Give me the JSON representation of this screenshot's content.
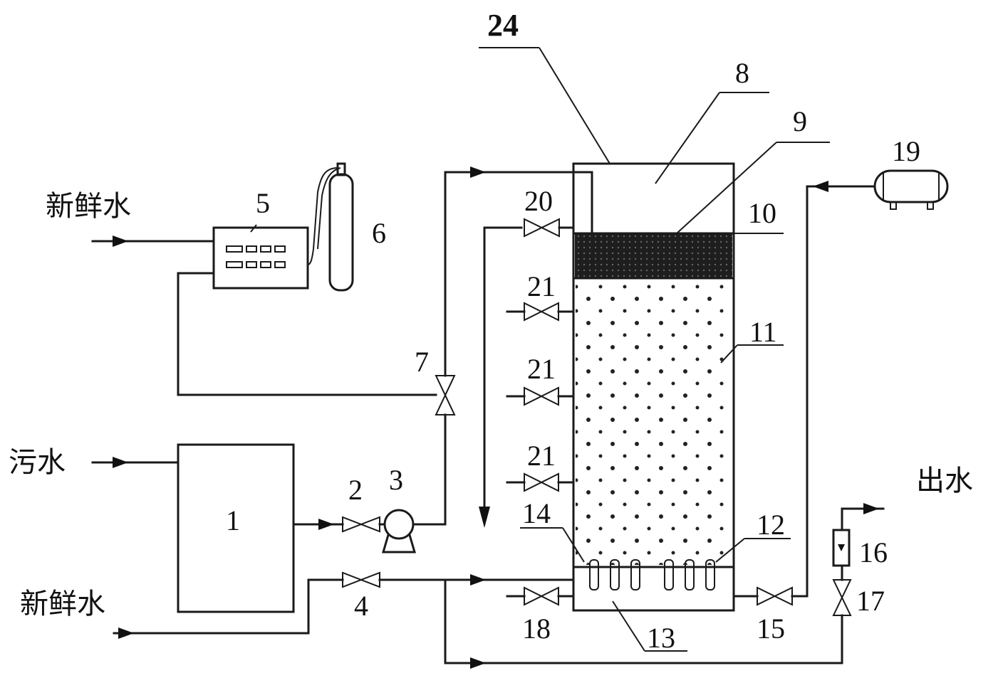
{
  "labels": {
    "fresh_water_top": "新鲜水",
    "sewage": "污水",
    "fresh_water_bottom": "新鲜水",
    "effluent": "出水",
    "n1": "1",
    "n2": "2",
    "n3": "3",
    "n4": "4",
    "n5": "5",
    "n6": "6",
    "n7": "7",
    "n8": "8",
    "n9": "9",
    "n10": "10",
    "n11": "11",
    "n12": "12",
    "n13": "13",
    "n14": "14",
    "n15": "15",
    "n16": "16",
    "n17": "17",
    "n18": "18",
    "n19": "19",
    "n20": "20",
    "n21a": "21",
    "n21b": "21",
    "n21c": "21",
    "n24": "24"
  },
  "colors": {
    "line": "#1a1a1a",
    "media_layer": "#1e1e1e",
    "background": "#ffffff"
  }
}
